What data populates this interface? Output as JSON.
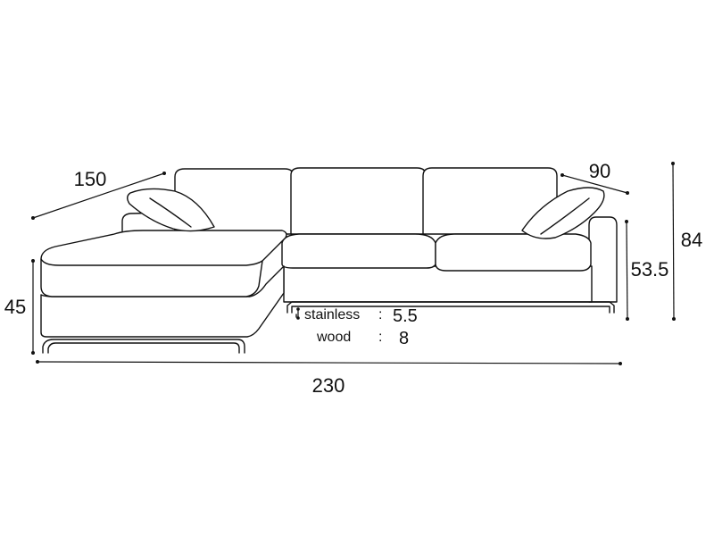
{
  "dimensions": {
    "total_width": "230",
    "chaise_depth": "150",
    "seat_depth": "90",
    "back_height": "84",
    "arm_height": "53.5",
    "seat_height": "45"
  },
  "legs": {
    "stainless_label": "stainless",
    "stainless_sep": ":",
    "stainless_value": "5.5",
    "wood_label": "wood",
    "wood_sep": ":",
    "wood_value": "8"
  },
  "colors": {
    "line": "#111111",
    "background": "#ffffff"
  }
}
